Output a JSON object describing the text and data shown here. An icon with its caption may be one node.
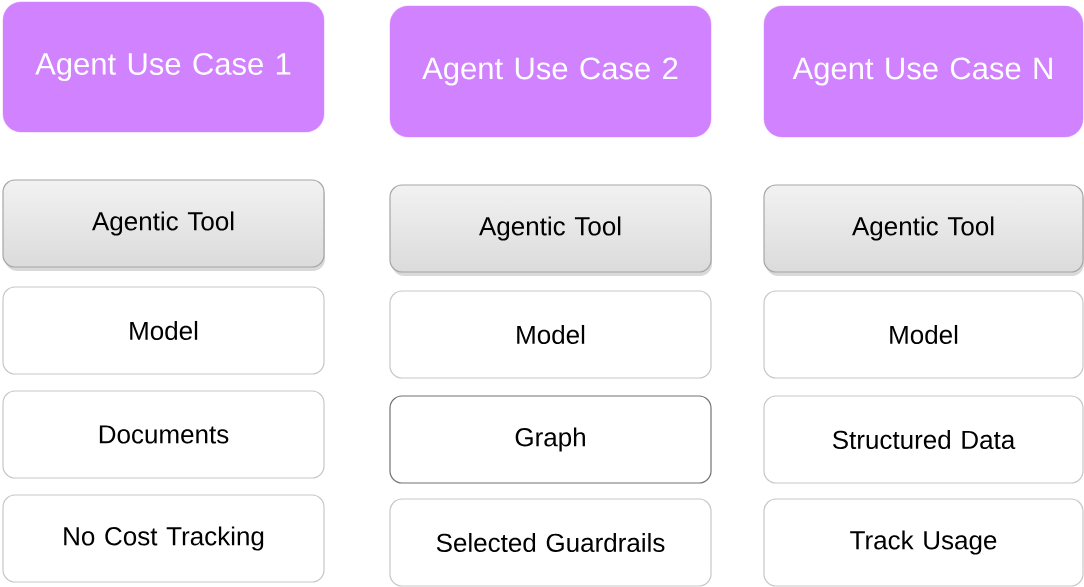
{
  "diagram": {
    "nodes": [
      {
        "text": [
          "Agent Use Case 1"
        ]
      },
      {
        "text": [
          "Agent Use Case 2"
        ]
      },
      {
        "text": [
          "Agent Use Case N"
        ]
      },
      {
        "text": [
          "Agentic Tool"
        ]
      },
      {
        "text": [
          "Agentic Tool"
        ]
      },
      {
        "text": [
          "Agentic Tool"
        ]
      },
      {
        "text": [
          "Model"
        ]
      },
      {
        "text": [
          "Model"
        ]
      },
      {
        "text": [
          "Model"
        ]
      },
      {
        "text": [
          "Documents"
        ]
      },
      {
        "text": [
          "Graph"
        ]
      },
      {
        "text": [
          "Structured Data"
        ]
      },
      {
        "text": [
          "No Cost Tracking"
        ]
      },
      {
        "text": [
          "Selected Guardrails"
        ]
      },
      {
        "text": [
          "Track Usage"
        ]
      }
    ]
  }
}
